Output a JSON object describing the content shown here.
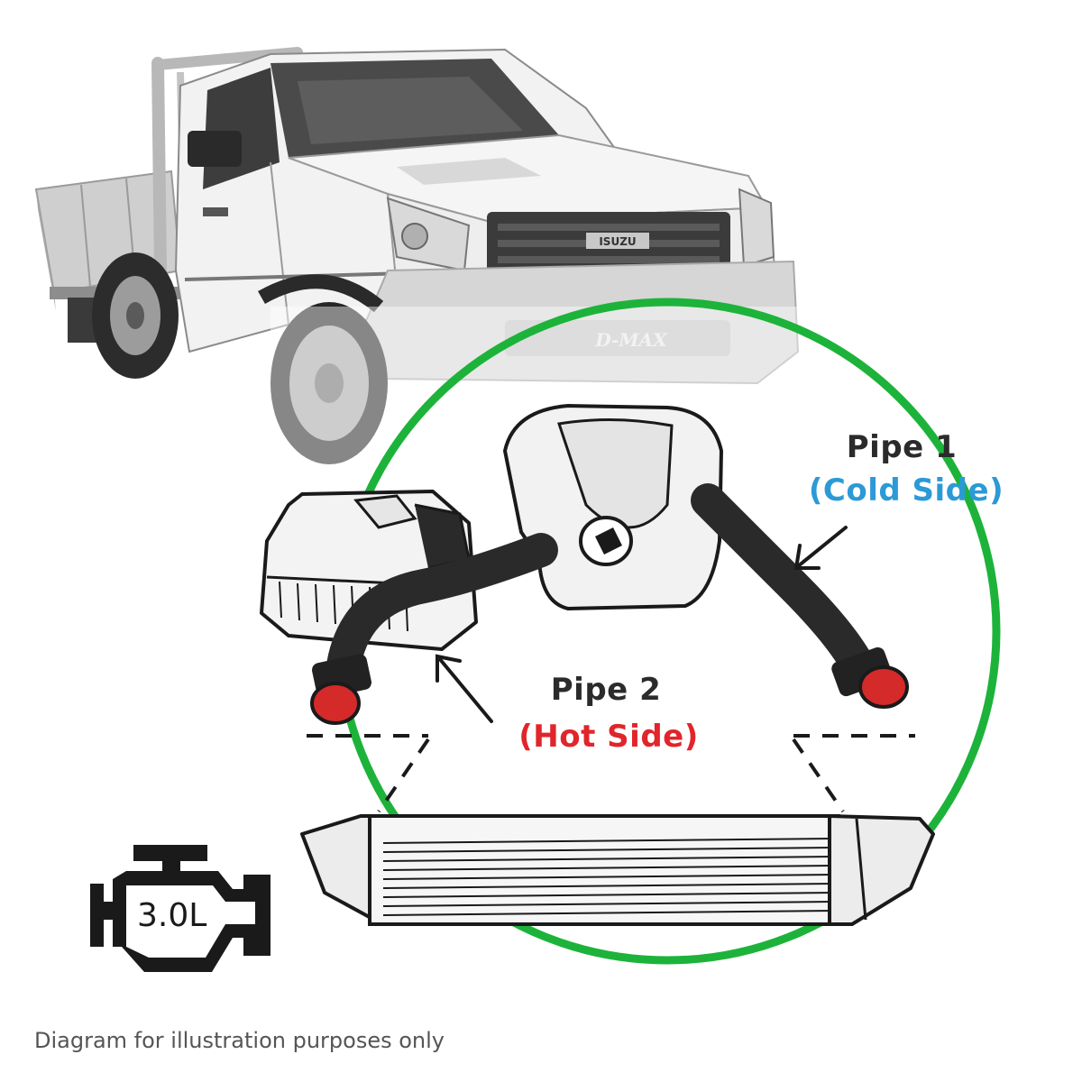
{
  "vehicle": {
    "grille_badge": "ISUZU",
    "model_badge": "D-MAX"
  },
  "labels": {
    "pipe1_title": "Pipe 1",
    "pipe1_side": "(Cold Side)",
    "pipe2_title": "Pipe 2",
    "pipe2_side": "(Hot Side)"
  },
  "engine": {
    "displacement": "3.0L",
    "icon": "engine-icon"
  },
  "footer": {
    "disclaimer": "Diagram for illustration purposes only"
  },
  "colors": {
    "circle": "#1db33a",
    "cold": "#2b9ad6",
    "hot": "#e0252b",
    "pipe_rubber": "#2a2a2a",
    "pipe_end": "#d42a2a",
    "outline": "#1a1a1a"
  }
}
